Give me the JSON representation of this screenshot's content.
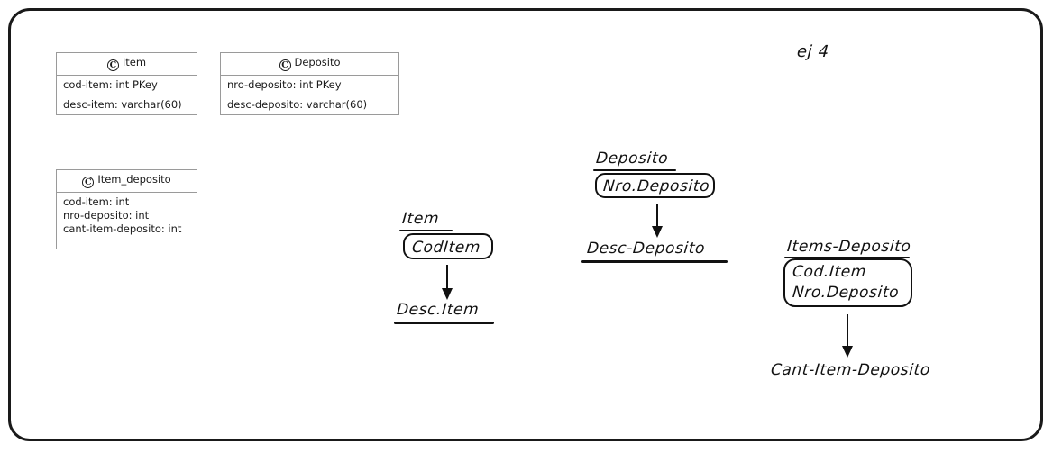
{
  "slide": {
    "exercise_label": "ej 4",
    "border_color": "#1a1a1a",
    "background_color": "#ffffff"
  },
  "uml_classes": [
    {
      "stereotype": "C",
      "name": "Item",
      "compartments": [
        [
          "cod-item: int PKey"
        ],
        [
          "desc-item: varchar(60)"
        ]
      ]
    },
    {
      "stereotype": "C",
      "name": "Deposito",
      "compartments": [
        [
          "nro-deposito: int PKey"
        ],
        [
          "desc-deposito: varchar(60)"
        ]
      ]
    },
    {
      "stereotype": "C",
      "name": "Item_deposito",
      "compartments": [
        [
          "cod-item: int",
          "nro-deposito: int",
          "cant-item-deposito: int"
        ],
        []
      ]
    }
  ],
  "dependencies": [
    {
      "relation": "Item",
      "determinant": [
        "CodItem"
      ],
      "dependent": "Desc.Item",
      "dependent_underlined": true,
      "relation_underlined": true
    },
    {
      "relation": "Deposito",
      "determinant": [
        "Nro.Deposito"
      ],
      "dependent": "Desc-Deposito",
      "dependent_underlined": true,
      "relation_underlined": true
    },
    {
      "relation": "Items-Deposito",
      "determinant": [
        "Cod.Item",
        "Nro.Deposito"
      ],
      "dependent": "Cant-Item-Deposito",
      "dependent_underlined": false,
      "relation_underlined": true
    }
  ]
}
